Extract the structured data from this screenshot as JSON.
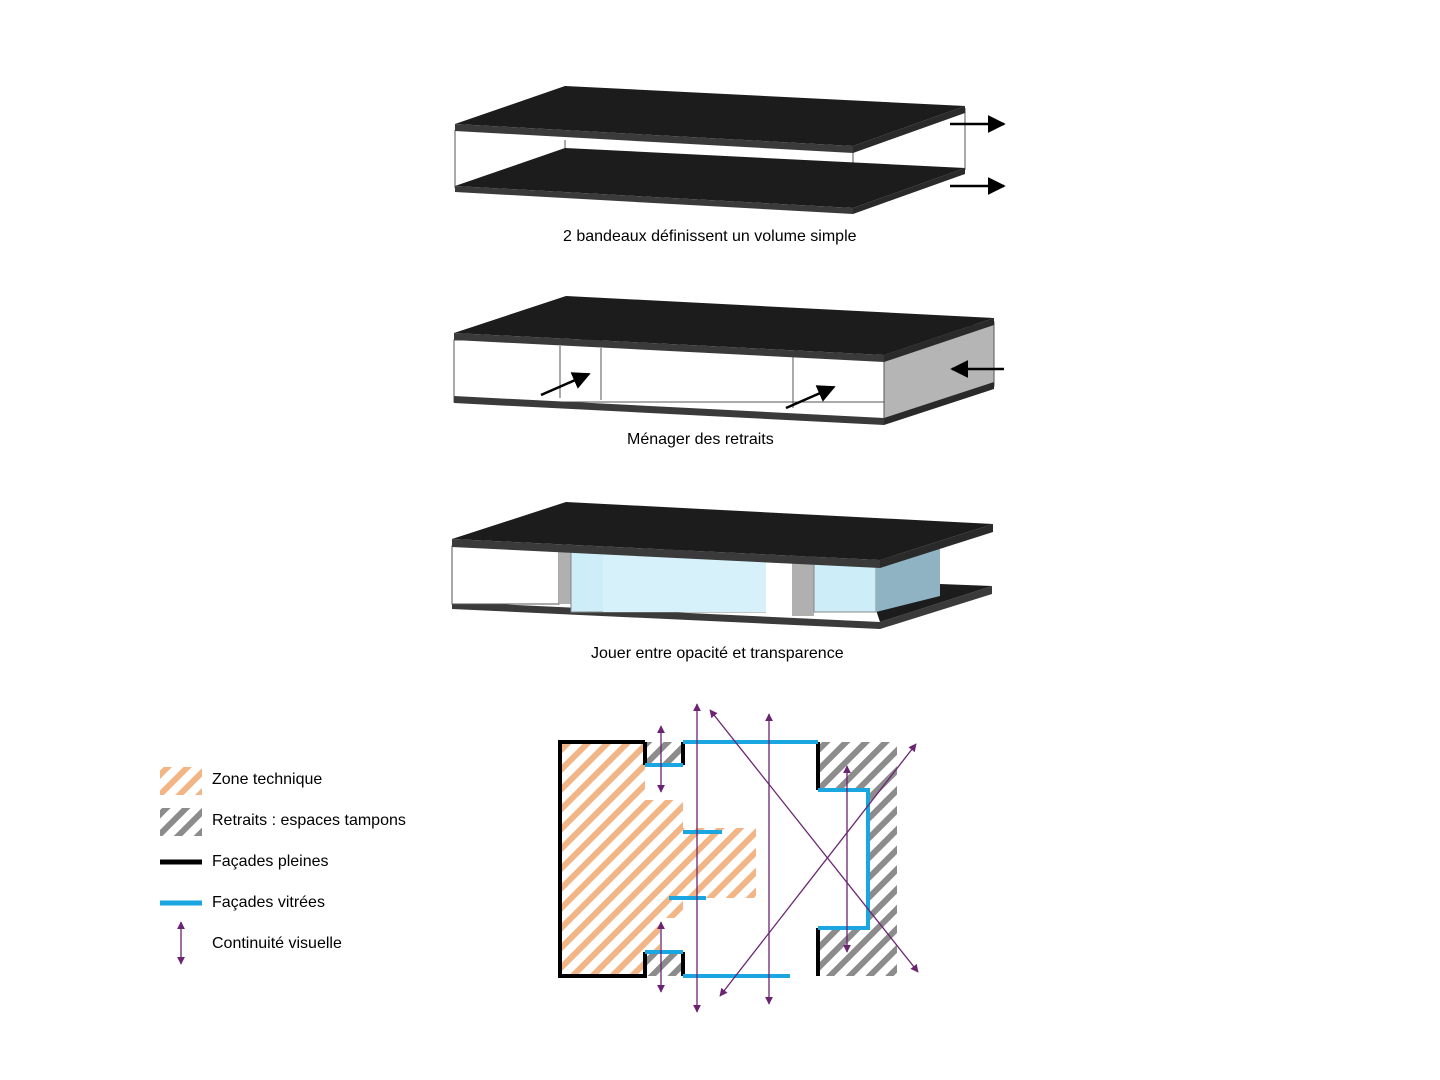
{
  "colors": {
    "slab": "#1c1c1c",
    "slab_edge": "#3a3a3a",
    "technical_hatch": "#f2b585",
    "buffer_hatch": "#8c8c8c",
    "solid_facade": "#000000",
    "glazed_facade": "#1aa6e0",
    "visual_continuity": "#6b2472",
    "glass": "#cdeef8",
    "glass_side": "#8fb3c2",
    "recess_grey": "#b0b0b0"
  },
  "steps": [
    {
      "caption": "2 bandeaux définissent un volume simple"
    },
    {
      "caption": "Ménager des retraits"
    },
    {
      "caption": "Jouer entre opacité et transparence"
    }
  ],
  "legend": {
    "items": [
      {
        "label": "Zone technique",
        "symbol": "orange-hatch-swatch"
      },
      {
        "label": "Retraits : espaces tampons",
        "symbol": "grey-hatch-swatch"
      },
      {
        "label": "Façades pleines",
        "symbol": "black-line"
      },
      {
        "label": "Façades vitrées",
        "symbol": "blue-line"
      },
      {
        "label": "Continuité visuelle",
        "symbol": "double-arrow"
      }
    ]
  }
}
